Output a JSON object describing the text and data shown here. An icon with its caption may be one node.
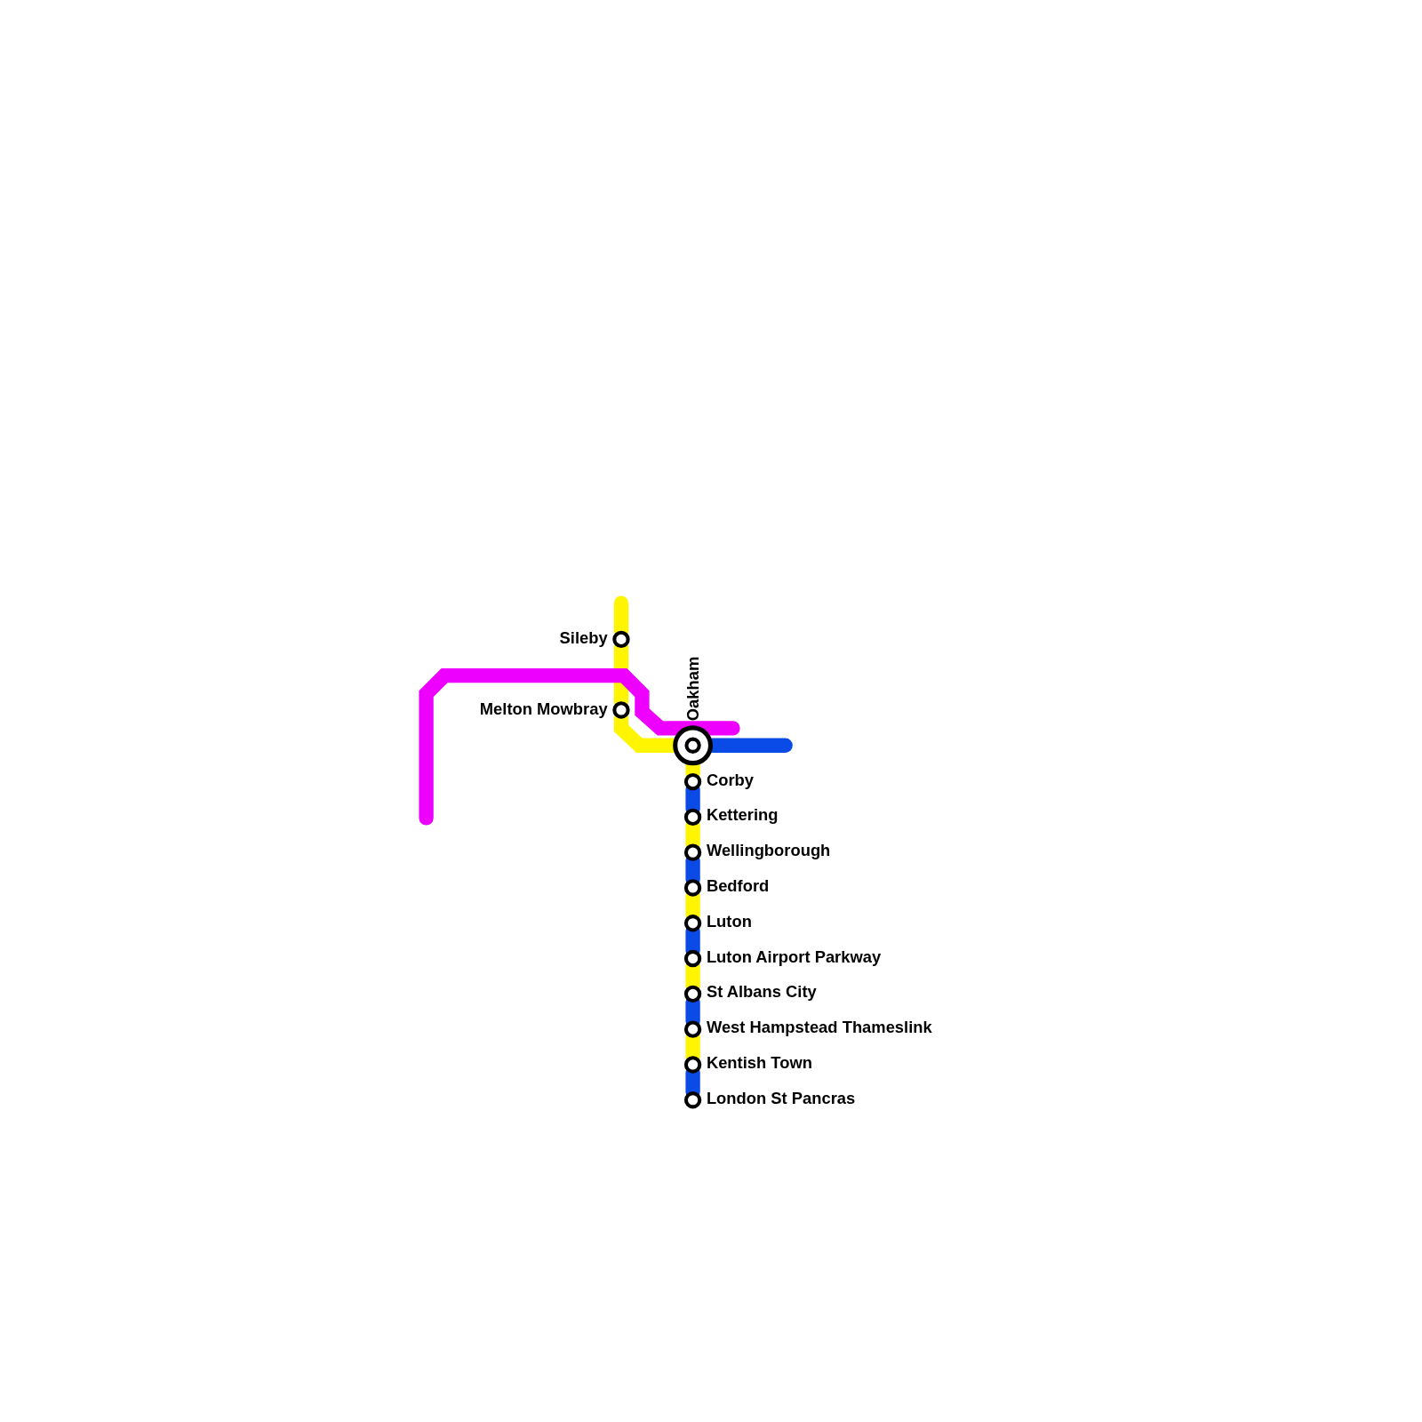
{
  "diagram": {
    "nodes": [
      {
        "text": [
          "Sileby"
        ]
      },
      {
        "text": [
          "Melton Mowbray"
        ]
      },
      {
        "text": [
          "Oakham"
        ]
      },
      {
        "text": [
          "Corby"
        ]
      },
      {
        "text": [
          "Kettering"
        ]
      },
      {
        "text": [
          "Wellingborough"
        ]
      },
      {
        "text": [
          "Bedford"
        ]
      },
      {
        "text": [
          "Luton"
        ]
      },
      {
        "text": [
          "Luton Airport Parkway"
        ]
      },
      {
        "text": [
          "St Albans City"
        ]
      },
      {
        "text": [
          "West Hampstead Thameslink"
        ]
      },
      {
        "text": [
          "Kentish Town"
        ]
      },
      {
        "text": [
          "London St Pancras"
        ]
      }
    ],
    "edges": [
      {
        "from": null,
        "to": 0,
        "arrow": "none"
      },
      {
        "from": 0,
        "to": 1,
        "arrow": "none"
      },
      {
        "from": 1,
        "to": 2,
        "arrow": "none"
      },
      {
        "from": 2,
        "to": null,
        "arrow": "none",
        "color": "#0a4be8"
      },
      {
        "from": 2,
        "to": 3,
        "arrow": "none"
      },
      {
        "from": 3,
        "to": 4,
        "arrow": "none",
        "color": "#0a4be8"
      },
      {
        "from": 4,
        "to": 5,
        "arrow": "none"
      },
      {
        "from": 5,
        "to": 6,
        "arrow": "none",
        "color": "#0a4be8"
      },
      {
        "from": 6,
        "to": 7,
        "arrow": "none"
      },
      {
        "from": 7,
        "to": 8,
        "arrow": "none",
        "color": "#0a4be8"
      },
      {
        "from": 8,
        "to": 9,
        "arrow": "none"
      },
      {
        "from": 9,
        "to": 10,
        "arrow": "none",
        "color": "#0a4be8"
      },
      {
        "from": 10,
        "to": 11,
        "arrow": "none"
      },
      {
        "from": 11,
        "to": 12,
        "arrow": "none",
        "color": "#0a4be8"
      }
    ]
  }
}
